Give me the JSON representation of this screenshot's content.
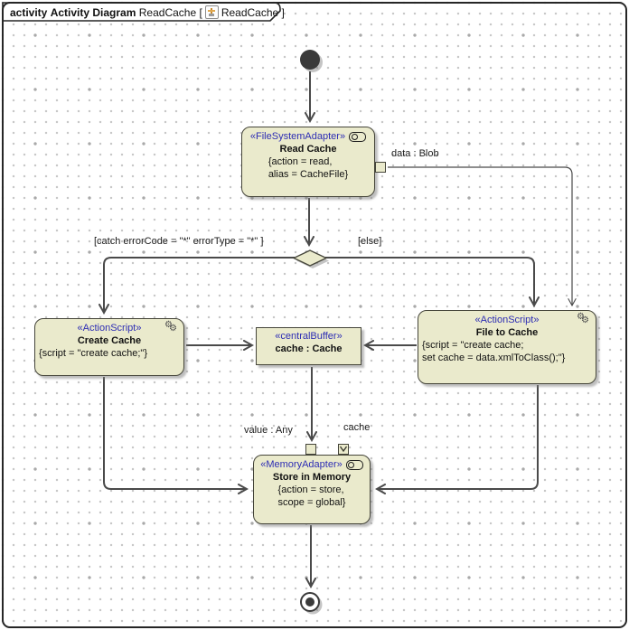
{
  "frame": {
    "keyword": "activity",
    "diagram_type": "Activity Diagram",
    "diagram_name": "ReadCache",
    "ref_open": "[",
    "ref_name": "ReadCache",
    "ref_close": "]"
  },
  "colors": {
    "node_fill": "#EAEACC",
    "node_border": "#45453A",
    "stereotype_text": "#2D2DB4",
    "flow_line": "#4A4A4A",
    "background": "#FFFFFF"
  },
  "icons": {
    "gear": "⚙"
  },
  "nodes": {
    "read_cache": {
      "stereotype": "«FileSystemAdapter»",
      "name": "Read Cache",
      "body": [
        "{action = read,",
        "alias = CacheFile}"
      ]
    },
    "create_cache": {
      "stereotype": "«ActionScript»",
      "name": "Create Cache",
      "body": [
        "{script = \"create cache;\"}"
      ]
    },
    "central_buffer": {
      "stereotype": "«centralBuffer»",
      "name": "cache : Cache"
    },
    "file_to_cache": {
      "stereotype": "«ActionScript»",
      "name": "File to Cache",
      "body": [
        "{script = \"create cache;",
        "set cache = data.xmlToClass();\"}"
      ]
    },
    "store_in_memory": {
      "stereotype": "«MemoryAdapter»",
      "name": "Store in Memory",
      "body": [
        "{action = store,",
        "scope = global}"
      ]
    }
  },
  "edges": {
    "guard_catch": "[catch errorCode = \"*\" errorType = \"*\" ]",
    "guard_else": "[else]",
    "pin_data_label": "data : Blob",
    "pin_value_label": "value : Any",
    "pin_cache_label": "cache"
  }
}
